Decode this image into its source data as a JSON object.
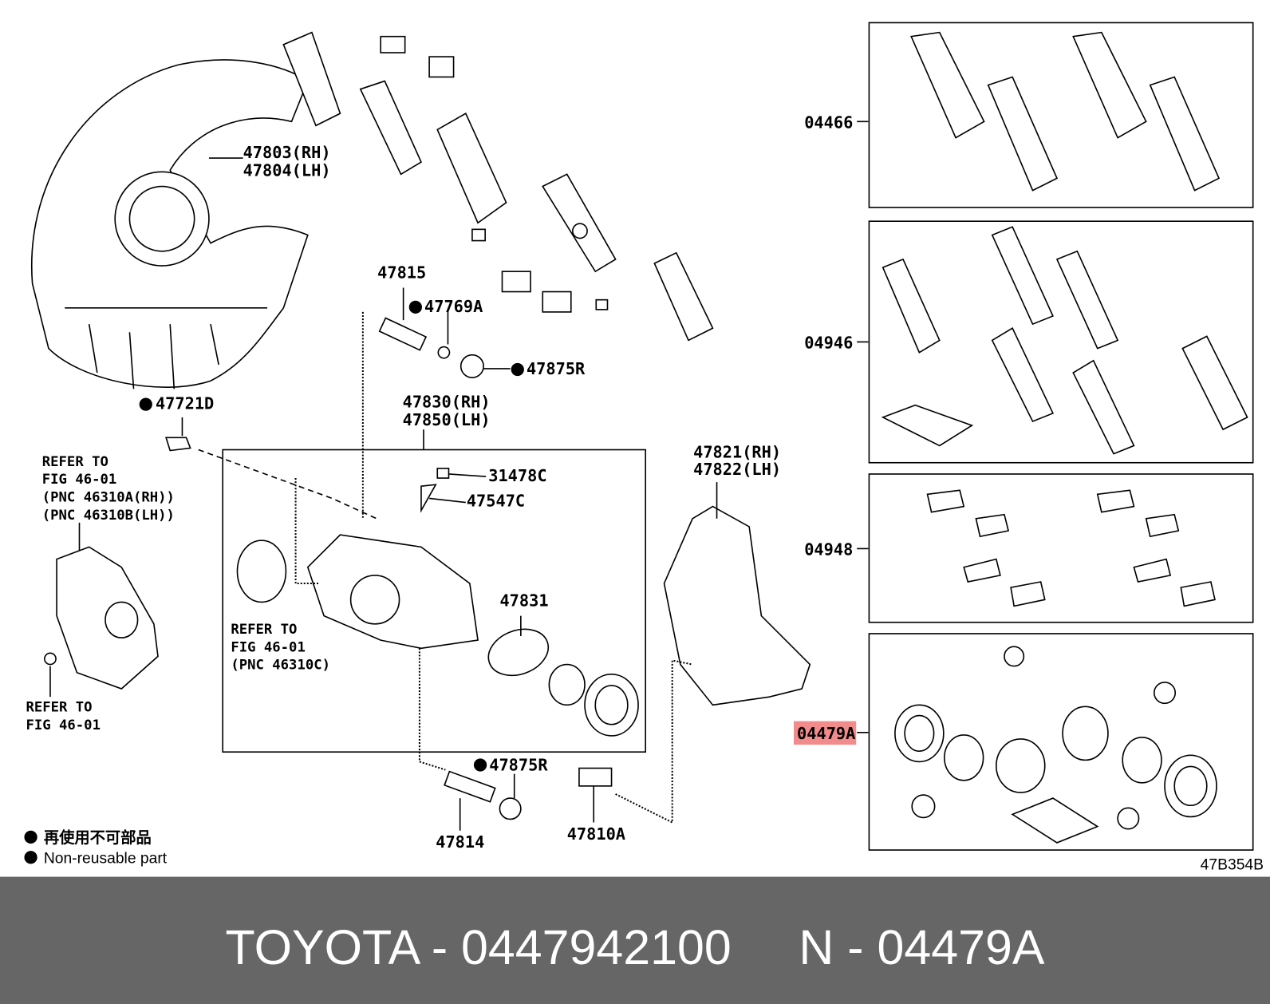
{
  "diagram": {
    "labels": {
      "p47803": "47803(RH)",
      "p47804": "47804(LH)",
      "p47815": "47815",
      "p47769A": "47769A",
      "p47875R_top": "47875R",
      "p47721D": "47721D",
      "p47830": "47830(RH)",
      "p47850": "47850(LH)",
      "p31478C": "31478C",
      "p47547C": "47547C",
      "p47821": "47821(RH)",
      "p47822": "47822(LH)",
      "p47831": "47831",
      "p47875R_bot": "47875R",
      "p47814": "47814",
      "p47810A": "47810A",
      "p04466": "04466",
      "p04946": "04946",
      "p04948": "04948",
      "p04479A": "04479A",
      "figure_code": "47B354B"
    },
    "refer_left": [
      "REFER TO",
      "FIG 46-01",
      "(PNC 46310A(RH))",
      "(PNC 46310B(LH))"
    ],
    "refer_center": [
      "REFER TO",
      "FIG 46-01",
      "(PNC 46310C)"
    ],
    "refer_bottom": [
      "REFER TO",
      "FIG 46-01"
    ],
    "legend": {
      "jp": "再使用不可部品",
      "en": "Non-reusable part"
    },
    "highlight_color": "#f28b8b"
  },
  "footer": {
    "text": "TOYOTA - 0447942100     N - 04479A",
    "bg": "#666666"
  }
}
